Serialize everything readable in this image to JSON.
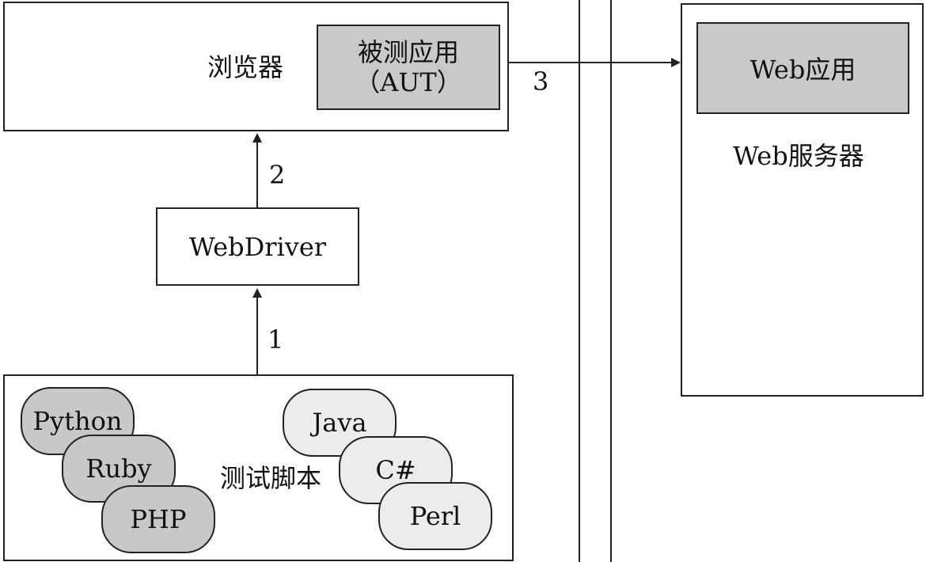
{
  "browser": {
    "label": "浏览器",
    "aut_line1": "被测应用",
    "aut_line2": "（AUT）"
  },
  "webdriver": {
    "label": "WebDriver"
  },
  "arrows": {
    "one": "1",
    "two": "2",
    "three": "3"
  },
  "server": {
    "app_label": "Web应用",
    "label": "Web服务器"
  },
  "scripts": {
    "label": "测试脚本",
    "left_languages": [
      "Python",
      "Ruby",
      "PHP"
    ],
    "right_languages": [
      "Java",
      "C#",
      "Perl"
    ]
  },
  "colors": {
    "line": "#222222",
    "gray_fill": "#c9c9c9",
    "light_fill": "#ececec"
  }
}
